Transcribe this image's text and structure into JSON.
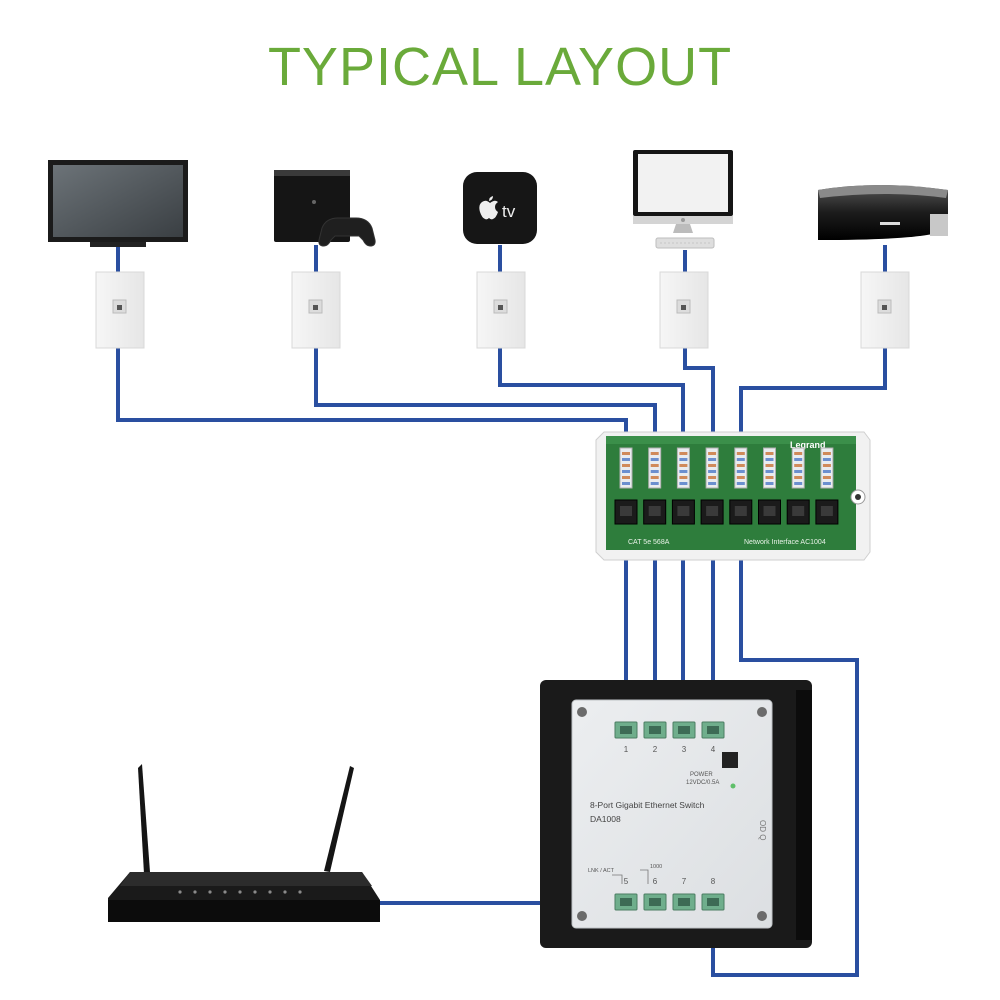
{
  "title": "TYPICAL LAYOUT",
  "colors": {
    "title": "#6aaa3a",
    "cable": "#2a4fa0",
    "panel_board": "#2e7d3c",
    "switch_body": "#1a1a1a",
    "switch_face": "#e4e6e8",
    "port_green": "#6fae8c"
  },
  "devices": [
    {
      "name": "tv",
      "icon": "tv-icon"
    },
    {
      "name": "game-console",
      "icon": "game-console-icon"
    },
    {
      "name": "apple-tv",
      "icon": "apple-tv-icon",
      "label": "tv"
    },
    {
      "name": "desktop-computer",
      "icon": "desktop-computer-icon"
    },
    {
      "name": "set-top-box",
      "icon": "set-top-box-icon"
    }
  ],
  "patch_panel": {
    "brand": "Legrand",
    "left_label": "CAT 5e 568A",
    "right_label": "Network Interface AC1004",
    "ports": 8
  },
  "switch": {
    "name_line1": "8-Port Gigabit Ethernet Switch",
    "name_line2": "DA1008",
    "top_ports": [
      "1",
      "2",
      "3",
      "4"
    ],
    "bottom_ports": [
      "5",
      "6",
      "7",
      "8"
    ],
    "power_label": "POWER",
    "power_spec": "12VDC/0.5A",
    "group_label_left": "LNK / ACT",
    "group_label_right": "1000",
    "side_mark": "OD Q"
  },
  "router": {
    "name": "router",
    "icon": "router-icon"
  }
}
